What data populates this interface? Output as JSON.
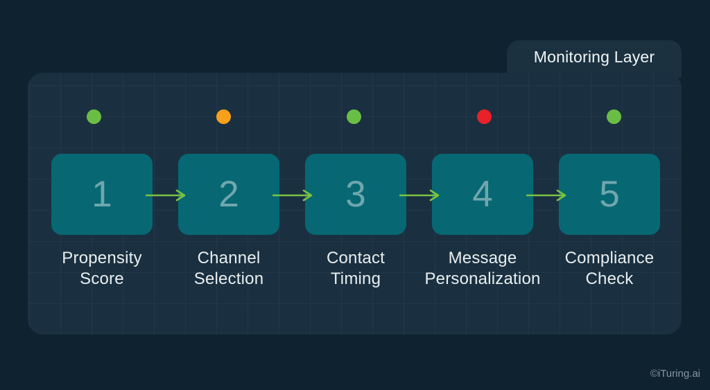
{
  "monitoring_tab": {
    "label": "Monitoring Layer"
  },
  "watermark": "©iTuring.ai",
  "colors": {
    "background": "#0e2230",
    "panel": "#1a3040",
    "box": "#076873",
    "arrow": "#7dc242",
    "status_green": "#6abe45",
    "status_orange": "#f9a01b",
    "status_red": "#e8212a"
  },
  "pipeline": {
    "steps": [
      {
        "number": "1",
        "label_line1": "Propensity",
        "label_line2": "Score",
        "status": "green",
        "status_color": "#6abe45"
      },
      {
        "number": "2",
        "label_line1": "Channel",
        "label_line2": "Selection",
        "status": "orange",
        "status_color": "#f9a01b"
      },
      {
        "number": "3",
        "label_line1": "Contact",
        "label_line2": "Timing",
        "status": "green",
        "status_color": "#6abe45"
      },
      {
        "number": "4",
        "label_line1": "Message",
        "label_line2": "Personalization",
        "status": "red",
        "status_color": "#e8212a"
      },
      {
        "number": "5",
        "label_line1": "Compliance",
        "label_line2": "Check",
        "status": "green",
        "status_color": "#6abe45"
      }
    ],
    "arrow_color": "#7dc242"
  }
}
